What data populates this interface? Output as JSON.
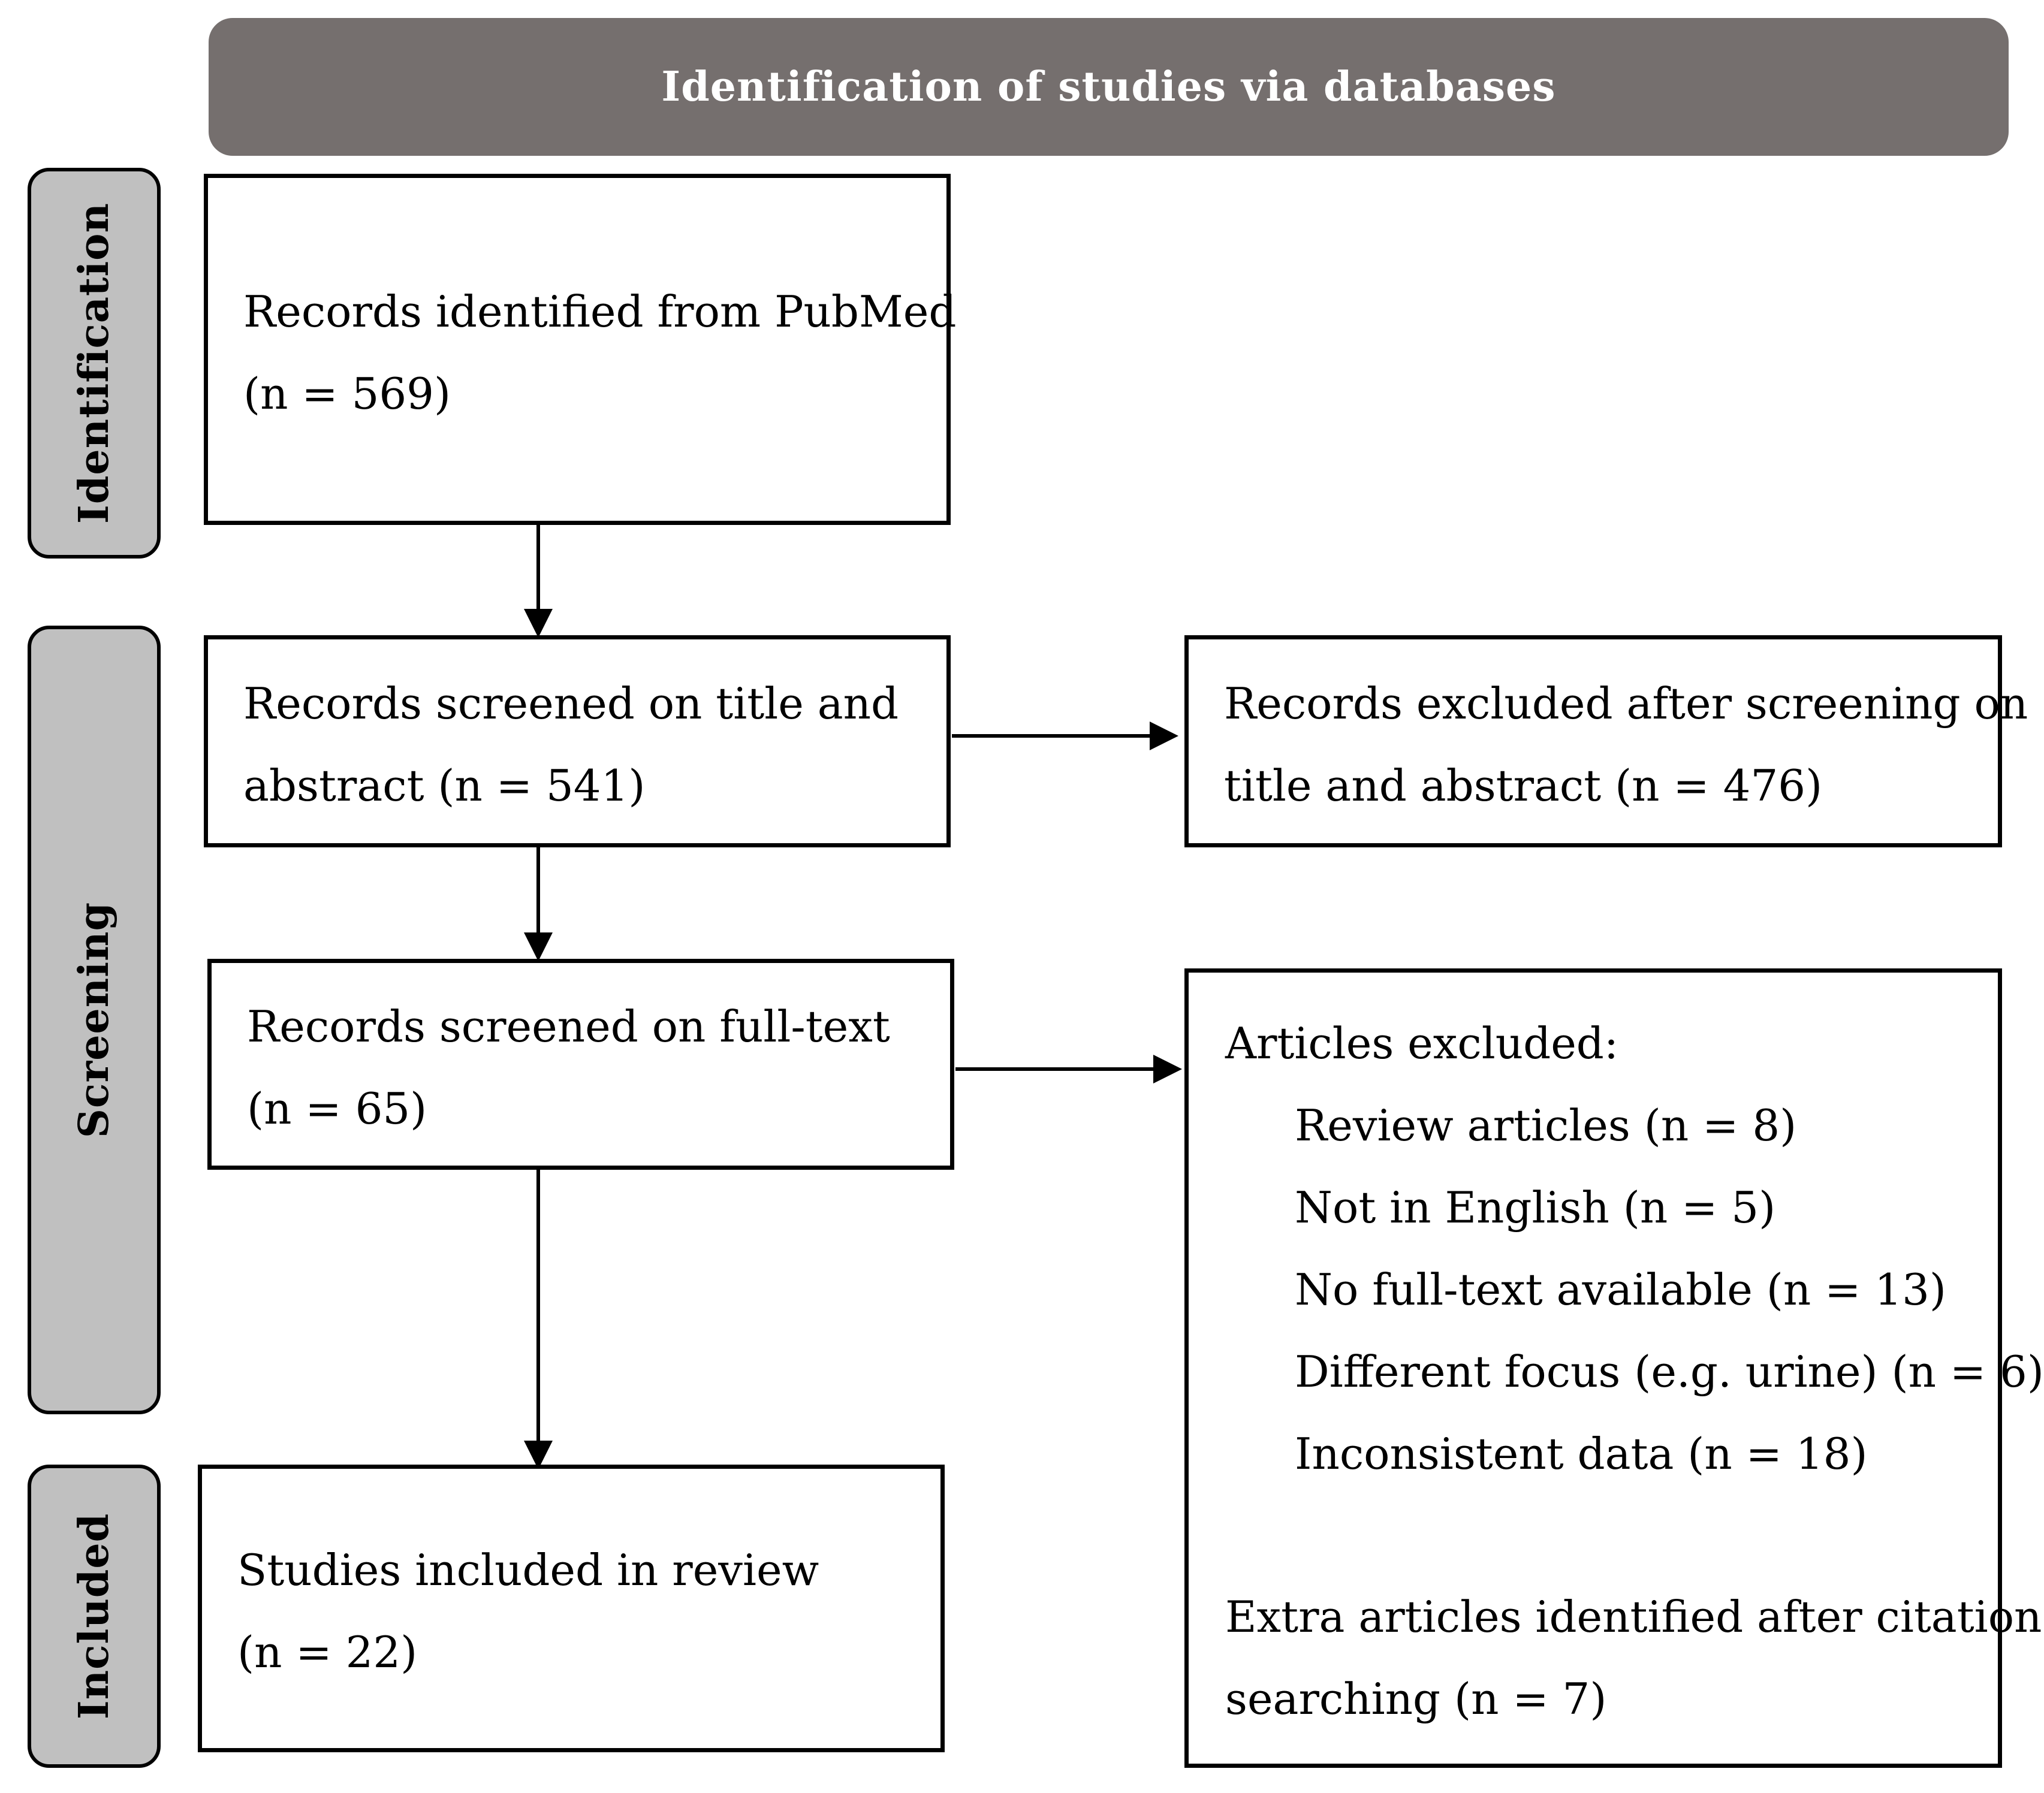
{
  "header": {
    "title": "Identification of studies via databases"
  },
  "stages": {
    "identification": "Identification",
    "screening": "Screening",
    "included": "Included"
  },
  "boxes": {
    "identified": {
      "line1": "Records identified from PubMed",
      "line2": "(n = 569)"
    },
    "screened_title": {
      "line1": "Records screened on title and",
      "line2": "abstract (n = 541)"
    },
    "excluded_title": {
      "line1": "Records excluded after screening on",
      "line2": "title and abstract (n = 476)"
    },
    "screened_full": {
      "line1": "Records screened on full-text",
      "line2": "(n = 65)"
    },
    "articles_excluded": {
      "heading": "Articles excluded:",
      "items": [
        "Review articles (n = 8)",
        "Not in English (n = 5)",
        "No full-text available (n = 13)",
        "Different focus (e.g. urine) (n = 6)",
        "Inconsistent data (n = 18)"
      ],
      "extra_line1": "Extra articles identified after citation",
      "extra_line2": "searching (n = 7)"
    },
    "included": {
      "line1": "Studies included in review",
      "line2": "(n = 22)"
    }
  },
  "colors": {
    "header_bg": "#756f6e",
    "stage_bg": "#c0c0c0",
    "line": "#000000"
  }
}
